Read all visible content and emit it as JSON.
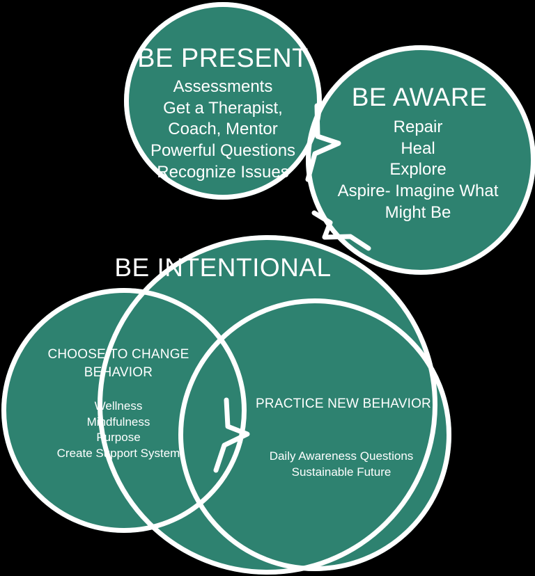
{
  "diagram": {
    "title": "Be Present / Be Aware / Be Intentional framework",
    "colors": {
      "fill": "#2e8270",
      "outline": "#ffffff",
      "background": "#000000",
      "text": "#ffffff"
    },
    "bubbles": [
      {
        "id": "be-present",
        "title": "BE PRESENT",
        "items": [
          "Assessments",
          "Get a Therapist,",
          "Coach, Mentor",
          "Powerful Questions",
          "Recognize Issues"
        ],
        "body": "Assessments\nGet a Therapist,\nCoach, Mentor\nPowerful Questions\nRecognize Issues"
      },
      {
        "id": "be-aware",
        "title": "BE AWARE",
        "items": [
          "Repair",
          "Heal",
          "Explore",
          "Aspire- Imagine What",
          "Might Be"
        ],
        "body": "Repair\nHeal\nExplore\nAspire- Imagine What\nMight Be"
      },
      {
        "id": "be-intentional",
        "title": "BE INTENTIONAL",
        "items": [],
        "body": ""
      },
      {
        "id": "choose-to-change-behavior",
        "title": "CHOOSE TO CHANGE BEHAVIOR",
        "items": [
          "Wellness",
          "Mindfulness",
          "Purpose",
          "Create Support System"
        ],
        "body": "Wellness\nMindfulness\nPurpose\nCreate Support System"
      },
      {
        "id": "practice-new-behavior",
        "title": "PRACTICE NEW BEHAVIOR",
        "items": [
          "Daily Awareness Questions",
          "Sustainable Future"
        ],
        "body": "Daily Awareness Questions\nSustainable Future"
      }
    ],
    "connectors": [
      {
        "id": "present-to-aware",
        "icon": "chevron-right-notch"
      },
      {
        "id": "aware-to-intentional",
        "icon": "chevron-down-notch"
      },
      {
        "id": "choose-to-practice",
        "icon": "chevron-right-notch"
      }
    ]
  }
}
